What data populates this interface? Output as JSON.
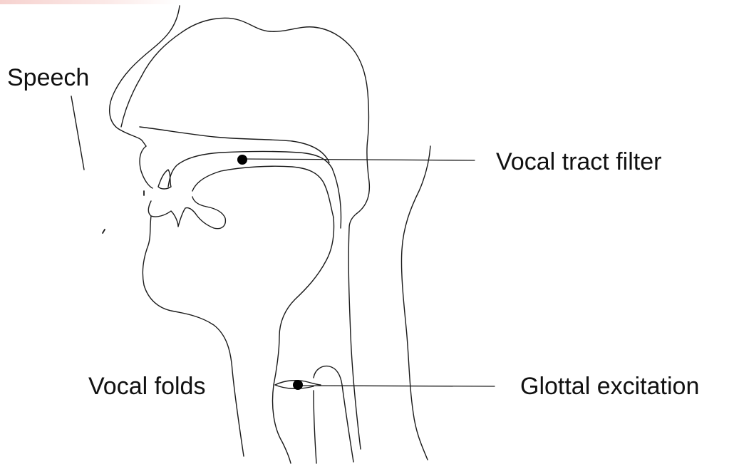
{
  "labels": {
    "speech": "Speech",
    "vocal_tract_filter": "Vocal tract filter",
    "vocal_folds": "Vocal folds",
    "glottal_excitation": "Glottal excitation"
  },
  "colors": {
    "line": "#1a1a1a",
    "dot": "#000000",
    "corner_tint": "#f6d2cf"
  }
}
